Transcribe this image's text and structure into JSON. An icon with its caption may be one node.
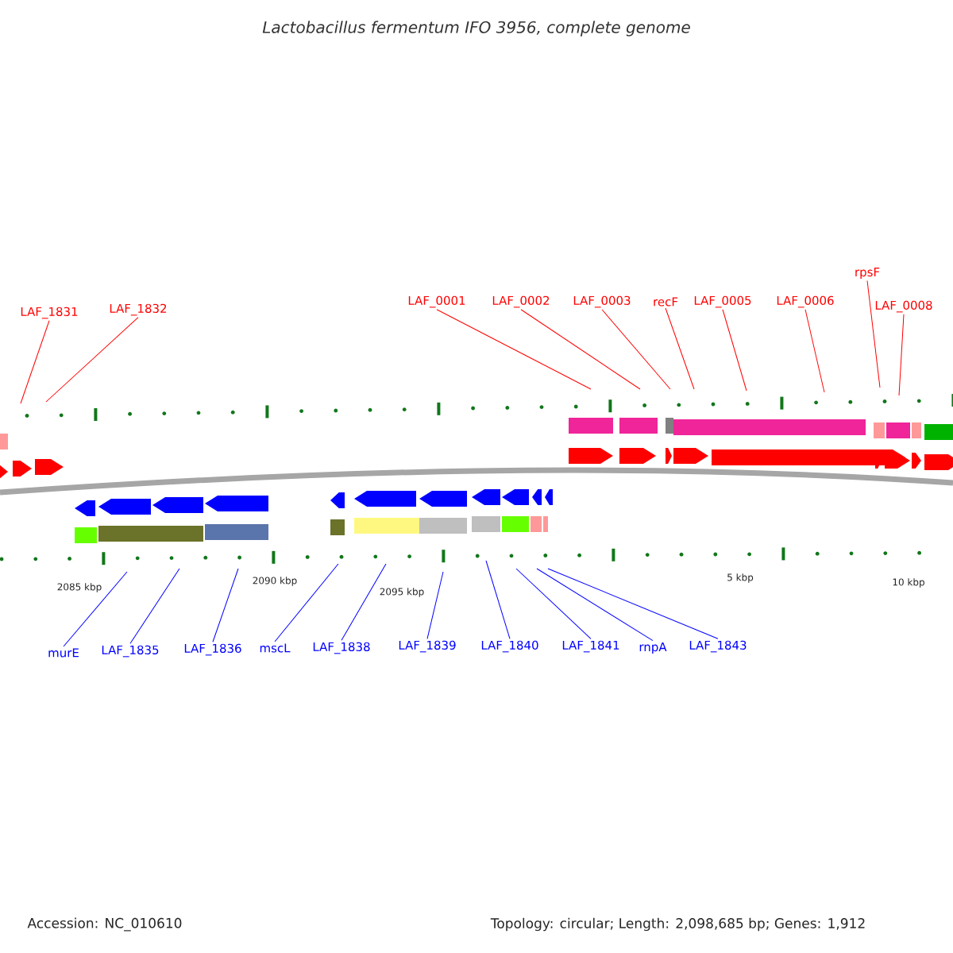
{
  "diagram": {
    "title": "Lactobacillus fermentum IFO 3956, complete genome",
    "nodes": [
      {
        "text": [
          "LAF_1831"
        ]
      },
      {
        "text": [
          "LAF_1832"
        ]
      },
      {
        "text": [
          "LAF_0001"
        ]
      },
      {
        "text": [
          "LAF_0002"
        ]
      },
      {
        "text": [
          "LAF_0003"
        ]
      },
      {
        "text": [
          "recF"
        ]
      },
      {
        "text": [
          "LAF_0005"
        ]
      },
      {
        "text": [
          "LAF_0006"
        ]
      },
      {
        "text": [
          "rpsF"
        ]
      },
      {
        "text": [
          "LAF_0008"
        ]
      },
      {
        "text": [
          "murE"
        ]
      },
      {
        "text": [
          "LAF_1835"
        ]
      },
      {
        "text": [
          "LAF_1836"
        ]
      },
      {
        "text": [
          "mscL"
        ]
      },
      {
        "text": [
          "LAF_1838"
        ]
      },
      {
        "text": [
          "LAF_1839"
        ]
      },
      {
        "text": [
          "LAF_1840"
        ]
      },
      {
        "text": [
          "LAF_1841"
        ]
      },
      {
        "text": [
          "rnpA"
        ]
      },
      {
        "text": [
          "LAF_1843"
        ]
      }
    ],
    "edges": [
      {
        "from": 0,
        "to": null,
        "arrow": "none"
      },
      {
        "from": 1,
        "to": null,
        "arrow": "none"
      },
      {
        "from": 2,
        "to": null,
        "arrow": "none"
      },
      {
        "from": 3,
        "to": null,
        "arrow": "none"
      },
      {
        "from": 4,
        "to": null,
        "arrow": "none"
      },
      {
        "from": 5,
        "to": null,
        "arrow": "none"
      },
      {
        "from": 6,
        "to": null,
        "arrow": "none"
      },
      {
        "from": 7,
        "to": null,
        "arrow": "none"
      },
      {
        "from": 8,
        "to": null,
        "arrow": "none"
      },
      {
        "from": 9,
        "to": null,
        "arrow": "none"
      },
      {
        "from": 10,
        "to": null,
        "arrow": "none",
        "color": "#0000ff"
      },
      {
        "from": 11,
        "to": null,
        "arrow": "none",
        "color": "#0000ff"
      },
      {
        "from": 12,
        "to": null,
        "arrow": "none",
        "color": "#0000ff"
      },
      {
        "from": 13,
        "to": null,
        "arrow": "none",
        "color": "#0000ff"
      },
      {
        "from": 14,
        "to": null,
        "arrow": "none",
        "color": "#0000ff"
      },
      {
        "from": 15,
        "to": null,
        "arrow": "none",
        "color": "#0000ff"
      },
      {
        "from": 16,
        "to": null,
        "arrow": "none",
        "color": "#0000ff"
      },
      {
        "from": 17,
        "to": null,
        "arrow": "none",
        "color": "#0000ff"
      },
      {
        "from": 18,
        "to": null,
        "arrow": "none",
        "color": "#0000ff"
      },
      {
        "from": 19,
        "to": null,
        "arrow": "none",
        "color": "#0000ff"
      }
    ],
    "labels": [
      "2085 kbp",
      "2090 kbp",
      "2095 kbp",
      "5 kbp",
      "10 kbp",
      "Accession: NC_010610",
      "Topology: circular; Length: 2,098,685 bp; Genes: 1,912"
    ]
  }
}
